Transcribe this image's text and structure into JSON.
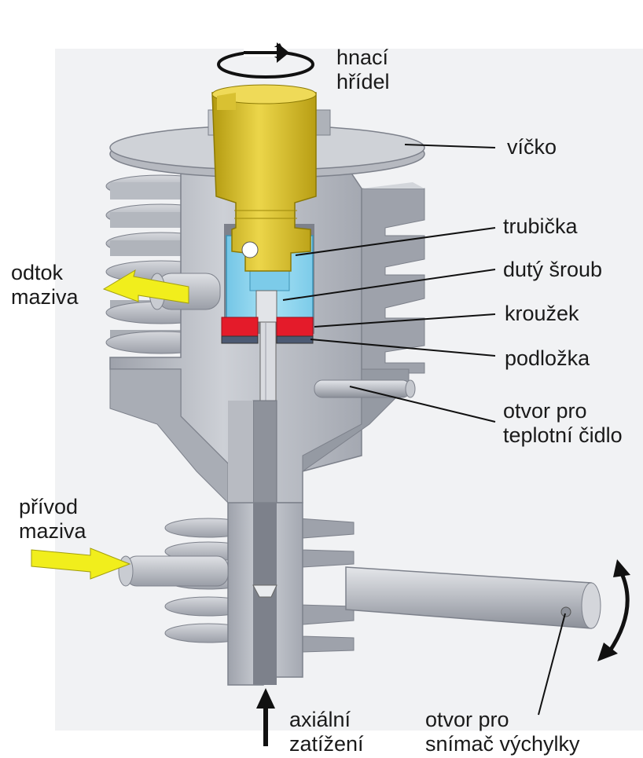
{
  "colors": {
    "gray_light": "#c9ccd3",
    "gray_mid": "#a3a7b0",
    "gray_dark": "#7d818b",
    "shaft_yellow": "#d8bf24",
    "tube_cyan": "#8fd6ef",
    "ring_red": "#e41b2a",
    "arrow_yellow": "#f1ee1c",
    "leader_line": "#111111"
  },
  "labels": {
    "drive_shaft": {
      "line1": "hnací",
      "line2": "hřídel"
    },
    "lid": "víčko",
    "tube": "trubička",
    "hollow_screw": "dutý šroub",
    "ring": "kroužek",
    "washer": "podložka",
    "sensor_hole": {
      "line1": "otvor pro",
      "line2": "teplotní čidlo"
    },
    "lube_outlet": {
      "line1": "odtok",
      "line2": "maziva"
    },
    "lube_inlet": {
      "line1": "přívod",
      "line2": "maziva"
    },
    "axial_load": {
      "line1": "axiální",
      "line2": "zatížení"
    },
    "deflection_hole": {
      "line1": "otvor pro",
      "line2": "snímač výchylky"
    }
  }
}
